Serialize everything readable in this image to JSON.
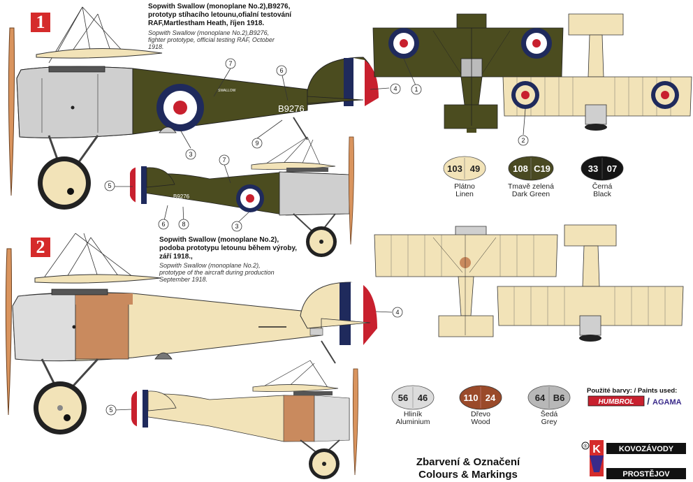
{
  "schemes": [
    {
      "number": "1",
      "title_lines": [
        "Sopwith Swallow (monoplane No.2),B9276,",
        "prototyp stíhacího letounu,ofialní testování",
        "RAF,Martlestham Heath, říjen 1918."
      ],
      "english_lines": [
        "Sopwith Swallow (monoplane No.2),B9276,",
        "fighter prototype, official testing RAF, October",
        "1918."
      ],
      "serial": "B9276",
      "small_serial": "B9276",
      "fuselage_text": "SWALLOW"
    },
    {
      "number": "2",
      "title_lines": [
        "Sopwith Swallow (monoplane No.2),",
        "podoba prototypu letounu během výroby,",
        "září 1918.,"
      ],
      "english_lines": [
        "Sopwith Swallow (monoplane No.2),",
        "prototype of the aircraft during production",
        "September 1918."
      ]
    }
  ],
  "callouts": {
    "c1": "1",
    "c2": "2",
    "c3": "3",
    "c4": "4",
    "c5": "5",
    "c6": "6",
    "c7": "7",
    "c8": "8",
    "c9": "9"
  },
  "swatches": [
    {
      "code1": "103",
      "code2": "49",
      "name_cz": "Plátno",
      "name_en": "Linen",
      "color": "#f2e3b8",
      "text_color": "#222222"
    },
    {
      "code1": "108",
      "code2": "C19",
      "name_cz": "Tmavě zelená",
      "name_en": "Dark Green",
      "color": "#4a4a22",
      "text_color": "#ffffff"
    },
    {
      "code1": "33",
      "code2": "07",
      "name_cz": "Černá",
      "name_en": "Black",
      "color": "#151515",
      "text_color": "#ffffff"
    },
    {
      "code1": "56",
      "code2": "46",
      "name_cz": "Hliník",
      "name_en": "Aluminium",
      "color": "#dcdcdc",
      "text_color": "#222222"
    },
    {
      "code1": "110",
      "code2": "24",
      "name_cz": "Dřevo",
      "name_en": "Wood",
      "color": "#9a4a2a",
      "text_color": "#ffffff"
    },
    {
      "code1": "64",
      "code2": "B6",
      "name_cz": "Šedá",
      "name_en": "Grey",
      "color": "#b8b8b8",
      "text_color": "#222222"
    }
  ],
  "paints_used": {
    "label": "Použité barvy: / Paints used:",
    "brand1": "HUMBROL",
    "separator": "/",
    "brand2": "AGAMA"
  },
  "footer": {
    "title_cz": "Zbarvení & Označení",
    "title_en": "Colours & Markings"
  },
  "logo": {
    "mark": "K",
    "registered": "®",
    "line1": "KOVOZÁVODY",
    "line2": "PROSTĚJOV"
  },
  "colors": {
    "dark_green": "#4b4c1f",
    "linen": "#f2e3b8",
    "aluminium": "#cfcfcf",
    "wood": "#c98a5e",
    "propeller": "#d9945e",
    "roundel_blue": "#1f2a5c",
    "roundel_red": "#c8202e",
    "number_red": "#d52b2b"
  }
}
